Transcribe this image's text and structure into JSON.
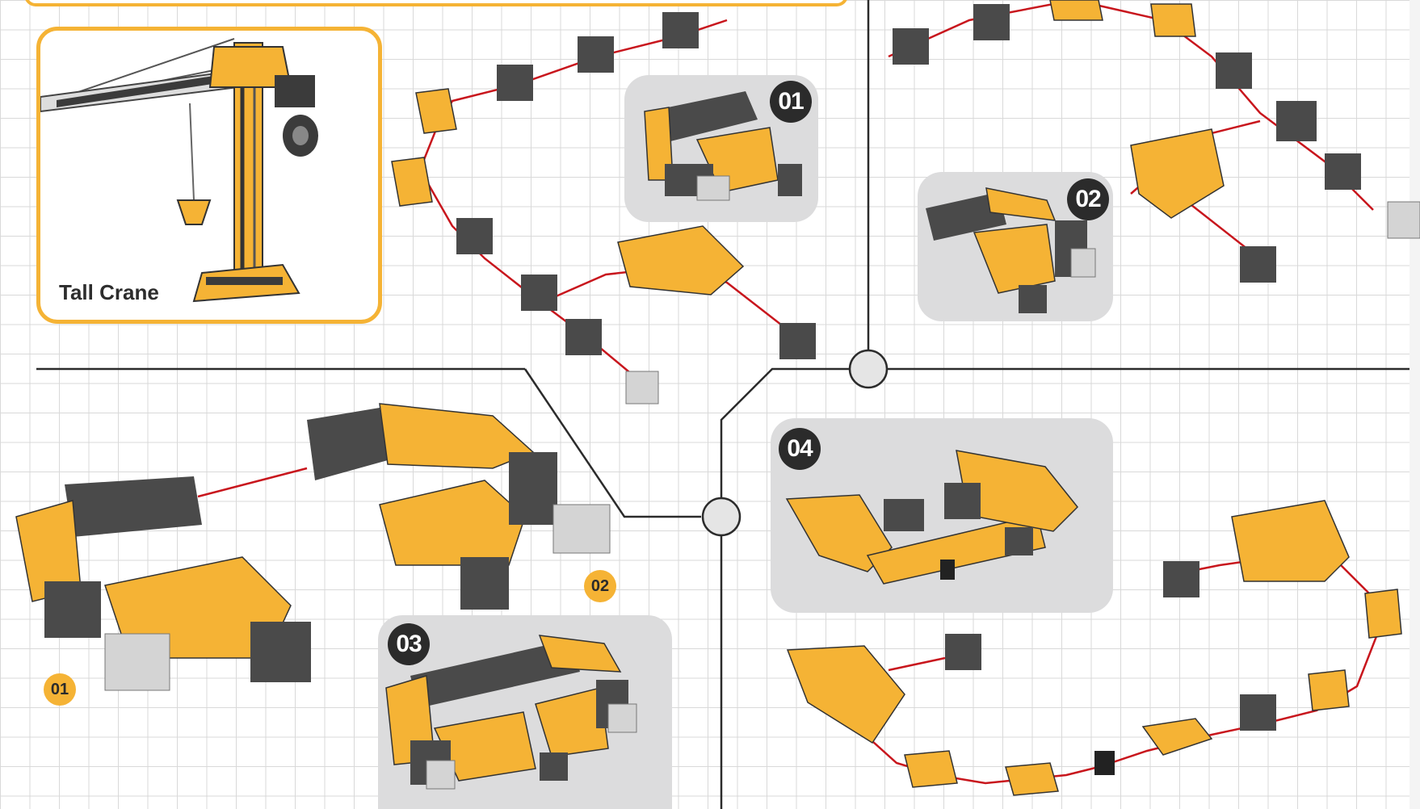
{
  "title_card": {
    "title": "Tall Crane"
  },
  "steps": {
    "step1": "01",
    "step2": "02",
    "step3": "03",
    "step4": "04"
  },
  "sub_badges": {
    "a": "01",
    "b": "02"
  },
  "colors": {
    "accent": "#f5b335",
    "dark_part": "#4a4a4a",
    "light_part": "#cfcfcf",
    "string": "#c8161d",
    "panel": "#dcdcdd"
  }
}
